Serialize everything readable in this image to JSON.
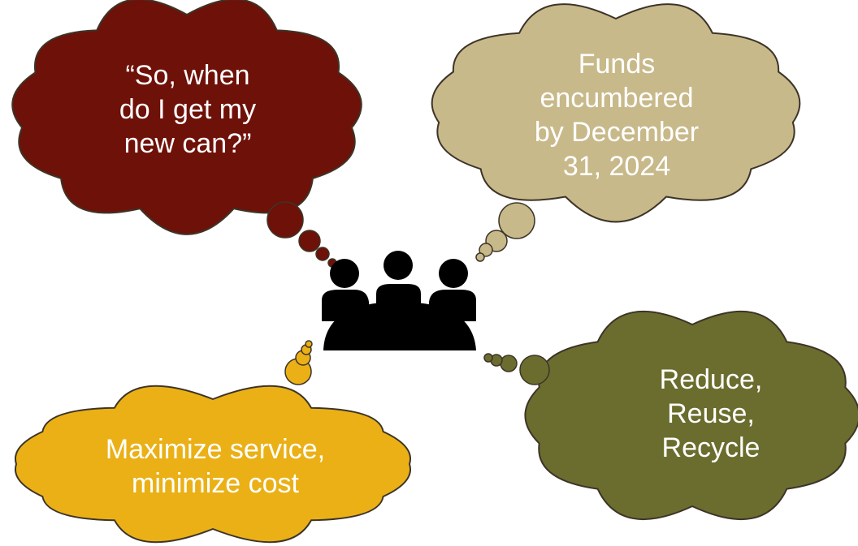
{
  "bubbles": {
    "can": {
      "lines": [
        "“So, when",
        "do I get my",
        "new can?”"
      ],
      "color": "#6e1108"
    },
    "funds": {
      "lines": [
        "Funds",
        "encumbered",
        "by December",
        "31, 2024"
      ],
      "color": "#c8b98a"
    },
    "reduce": {
      "lines": [
        "Reduce,",
        "Reuse,",
        "Recycle"
      ],
      "color": "#6b6d2e"
    },
    "maximize": {
      "lines": [
        "Maximize service,",
        "minimize cost"
      ],
      "color": "#eab016"
    }
  },
  "icon": {
    "name": "meeting-group-icon",
    "color": "#000000"
  },
  "outline_color": "#3d3428"
}
